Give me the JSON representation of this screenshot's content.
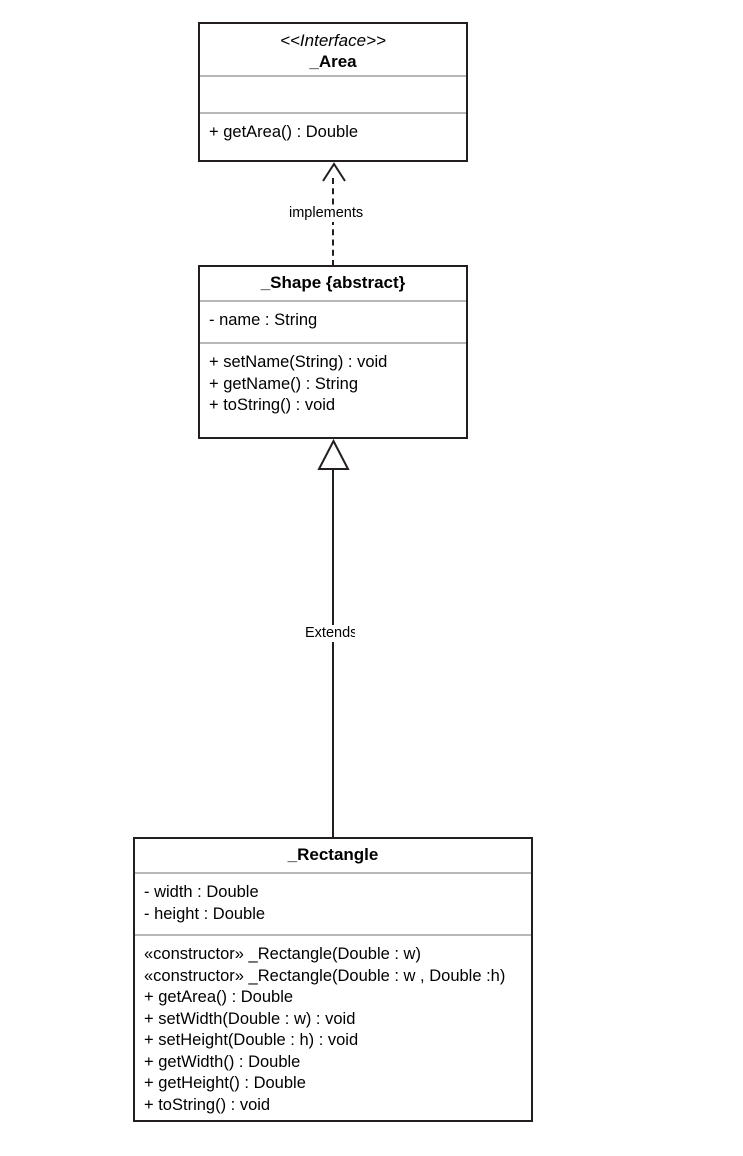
{
  "diagram": {
    "type": "uml-class-diagram",
    "background_color": "#ffffff",
    "line_color": "#231f20",
    "divider_color": "#b8b8b8"
  },
  "classes": [
    {
      "id": "area",
      "stereotype": "<<Interface>>",
      "name": "_Area",
      "attributes": [],
      "methods": [
        "+ getArea() : Double"
      ]
    },
    {
      "id": "shape",
      "stereotype": "",
      "name": "_Shape {abstract}",
      "attributes": [
        "- name : String"
      ],
      "methods": [
        "+ setName(String) : void",
        "+ getName() : String",
        "+ toString() : void"
      ]
    },
    {
      "id": "rectangle",
      "stereotype": "",
      "name": "_Rectangle",
      "attributes": [
        "- width : Double",
        "- height : Double"
      ],
      "methods": [
        "«constructor» _Rectangle(Double : w)",
        "«constructor» _Rectangle(Double : w , Double :h)",
        "+ getArea() : Double",
        "+ setWidth(Double : w) : void",
        "+ setHeight(Double : h) : void",
        "+ getWidth() : Double",
        "+ getHeight() : Double",
        "+ toString() : void"
      ]
    }
  ],
  "relationships": [
    {
      "id": "implements",
      "label": "implements",
      "from": "shape",
      "to": "area",
      "line_style": "dashed",
      "arrow_head": "open"
    },
    {
      "id": "extends",
      "label": "Extends",
      "from": "rectangle",
      "to": "shape",
      "line_style": "solid",
      "arrow_head": "hollow-triangle"
    }
  ]
}
